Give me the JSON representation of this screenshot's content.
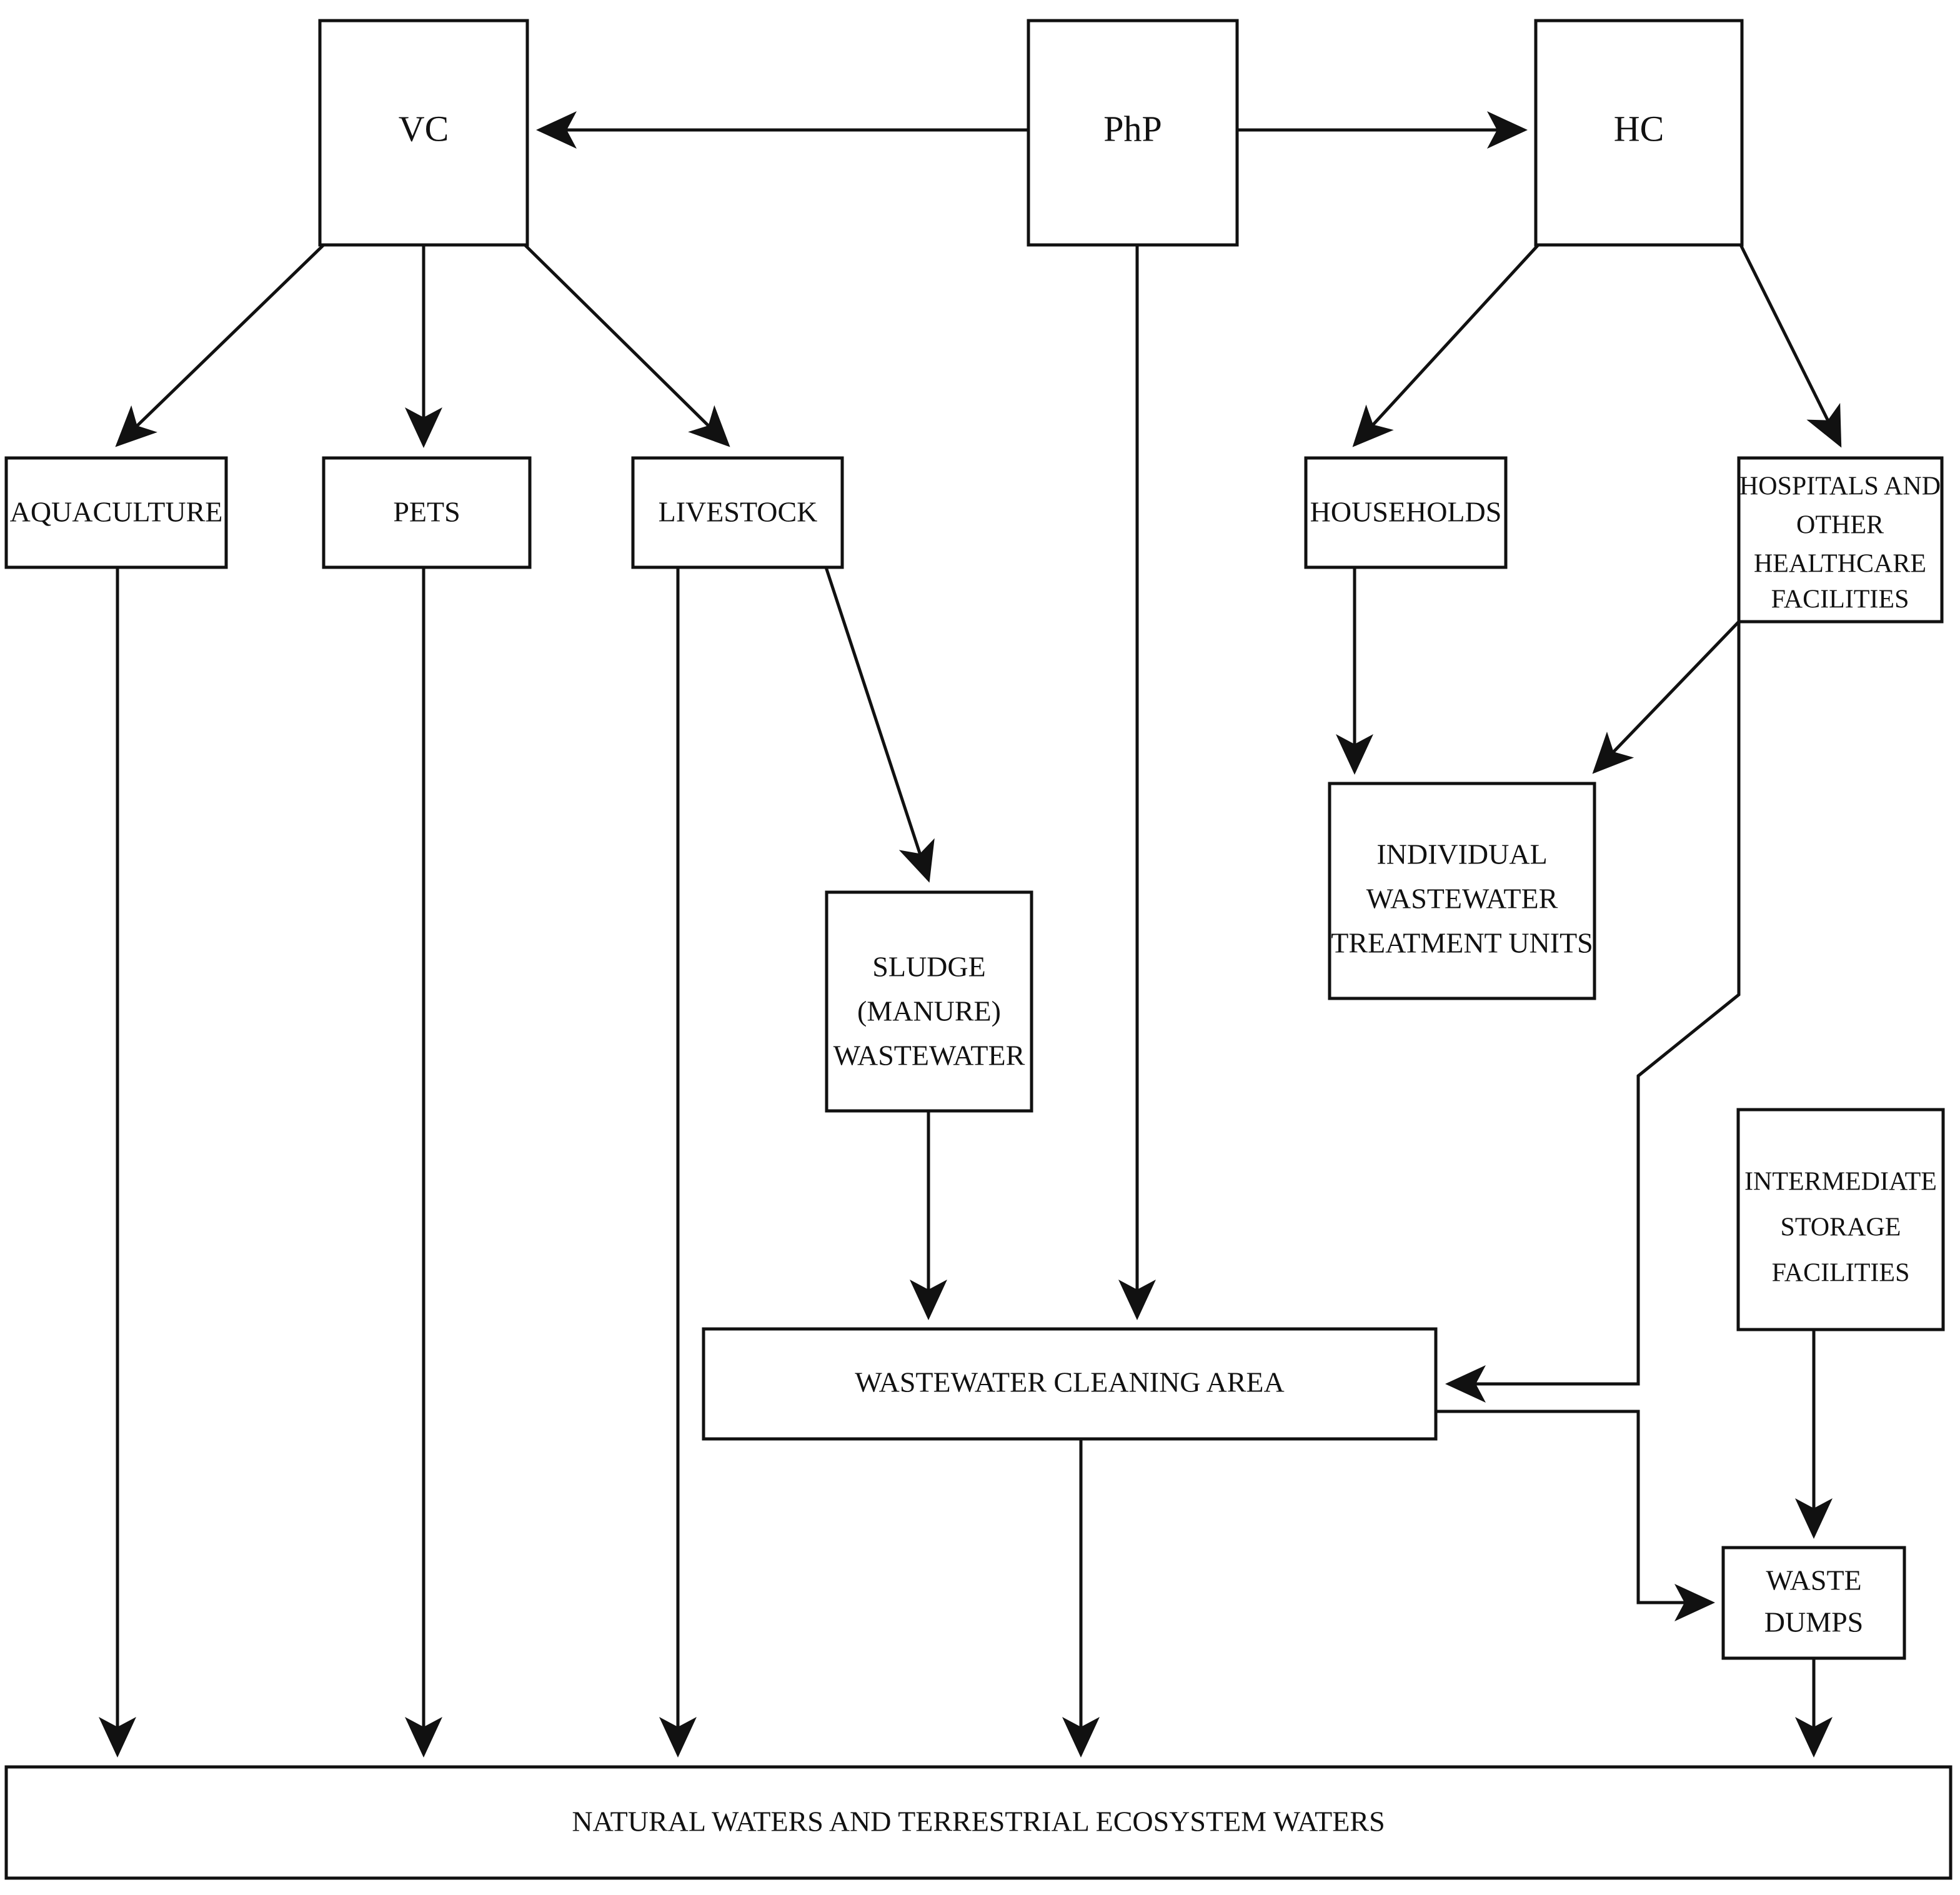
{
  "diagram": {
    "type": "flowchart",
    "title": "",
    "background_color": "#ffffff",
    "line_color": "#111111",
    "text_color": "#111111",
    "nodes": [
      {
        "id": "vc",
        "label": "VC",
        "lines": [
          "VC"
        ]
      },
      {
        "id": "php",
        "label": "PhP",
        "lines": [
          "PhP"
        ]
      },
      {
        "id": "hc",
        "label": "HC",
        "lines": [
          "HC"
        ]
      },
      {
        "id": "aquaculture",
        "label": "AQUACULTURE",
        "lines": [
          "AQUACULTURE"
        ]
      },
      {
        "id": "pets",
        "label": "PETS",
        "lines": [
          "PETS"
        ]
      },
      {
        "id": "livestock",
        "label": "LIVESTOCK",
        "lines": [
          "LIVESTOCK"
        ]
      },
      {
        "id": "households",
        "label": "HOUSEHOLDS",
        "lines": [
          "HOUSEHOLDS"
        ]
      },
      {
        "id": "hospitals",
        "label": "HOSPITALS AND OTHER HEALTHCARE FACILITIES",
        "lines": [
          "HOSPITALS AND",
          "OTHER",
          "HEALTHCARE",
          "FACILITIES"
        ]
      },
      {
        "id": "sludge",
        "label": "SLUDGE (MANURE) WASTEWATER",
        "lines": [
          "SLUDGE",
          "(MANURE)",
          "WASTEWATER"
        ]
      },
      {
        "id": "iwtu",
        "label": "INDIVIDUAL WASTEWATER TREATMENT UNITS",
        "lines": [
          "INDIVIDUAL",
          "WASTEWATER",
          "TREATMENT UNITS"
        ]
      },
      {
        "id": "storage",
        "label": "INTERMEDIATE STORAGE FACILITIES",
        "lines": [
          "INTERMEDIATE",
          "STORAGE",
          "FACILITIES"
        ]
      },
      {
        "id": "wca",
        "label": "WASTEWATER CLEANING AREA",
        "lines": [
          "WASTEWATER CLEANING AREA"
        ]
      },
      {
        "id": "dumps",
        "label": "WASTE DUMPS",
        "lines": [
          "WASTE",
          "DUMPS"
        ]
      },
      {
        "id": "waters",
        "label": "NATURAL WATERS AND TERRESTRIAL ECOSYSTEM WATERS",
        "lines": [
          "NATURAL WATERS AND TERRESTRIAL ECOSYSTEM WATERS"
        ]
      }
    ],
    "edges": [
      {
        "from": "php",
        "to": "vc",
        "arrow": true
      },
      {
        "from": "php",
        "to": "hc",
        "arrow": true
      },
      {
        "from": "vc",
        "to": "aquaculture",
        "arrow": true
      },
      {
        "from": "vc",
        "to": "pets",
        "arrow": true
      },
      {
        "from": "vc",
        "to": "livestock",
        "arrow": true
      },
      {
        "from": "hc",
        "to": "households",
        "arrow": true
      },
      {
        "from": "hc",
        "to": "hospitals",
        "arrow": true
      },
      {
        "from": "livestock",
        "to": "sludge",
        "arrow": true
      },
      {
        "from": "households",
        "to": "iwtu",
        "arrow": true
      },
      {
        "from": "hospitals",
        "to": "iwtu",
        "arrow": true
      },
      {
        "from": "sludge",
        "to": "wca",
        "arrow": true
      },
      {
        "from": "php",
        "to": "wca",
        "arrow": true
      },
      {
        "from": "hospitals",
        "to": "wca",
        "arrow": true
      },
      {
        "from": "storage",
        "to": "dumps",
        "arrow": true
      },
      {
        "from": "wca",
        "to": "dumps",
        "arrow": true
      },
      {
        "from": "aquaculture",
        "to": "waters",
        "arrow": true
      },
      {
        "from": "pets",
        "to": "waters",
        "arrow": true
      },
      {
        "from": "livestock",
        "to": "waters",
        "arrow": true
      },
      {
        "from": "wca",
        "to": "waters",
        "arrow": true
      },
      {
        "from": "dumps",
        "to": "waters",
        "arrow": true
      }
    ]
  }
}
